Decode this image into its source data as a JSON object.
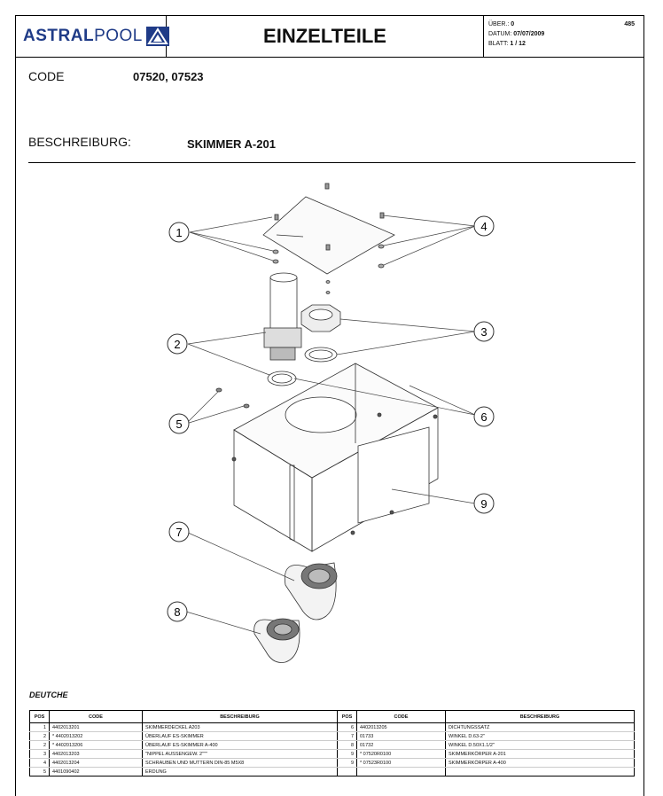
{
  "header": {
    "logo_bold": "ASTRAL",
    "logo_light": "POOL",
    "title": "EINZELTEILE",
    "uber_label": "ÜBER.:",
    "uber_value": "0",
    "datum_label": "DATUM:",
    "datum_value": "07/07/2009",
    "blatt_label": "BLATT:",
    "blatt_value": "1 / 12",
    "page_number": "485"
  },
  "code": {
    "label": "CODE",
    "value": "07520, 07523"
  },
  "beschreibung": {
    "label": "BESCHREIBURG:",
    "value": "SKIMMER A-201"
  },
  "callouts": [
    "1",
    "2",
    "3",
    "4",
    "5",
    "6",
    "7",
    "8",
    "9"
  ],
  "section_title": "DEUTCHE",
  "table": {
    "headers": [
      "POS",
      "CODE",
      "BESCHREIBURG",
      "POS",
      "CODE",
      "BESCHREIBURG"
    ],
    "rows": [
      [
        "1",
        "4402013201",
        "SKIMMERDECKEL A203",
        "6",
        "4402013205",
        "DICHTUNGSSATZ"
      ],
      [
        "2",
        "* 4402013202",
        "ÜBERLAUF ES-SKIMMER",
        "7",
        "01733",
        "WINKEL D.63-2\""
      ],
      [
        "2",
        "* 4402013206",
        "ÜBERLAUF ES-SKIMMER A-400",
        "8",
        "01732",
        "WINKEL D.50X1.1/2\""
      ],
      [
        "3",
        "4402013203",
        "\"NIPPEL AUSSENGEW. 2\"\"\"",
        "9",
        "* 07520R0100",
        "SKIMMERKÖRPER A-201"
      ],
      [
        "4",
        "4402013204",
        "SCHRAUBEN UND MUTTERN DIN-85 M5X8",
        "9",
        "* 07523R0100",
        "SKIMMERKÖRPER A-400"
      ],
      [
        "5",
        "4401090402",
        "ERDUNG",
        "",
        "",
        ""
      ]
    ]
  }
}
